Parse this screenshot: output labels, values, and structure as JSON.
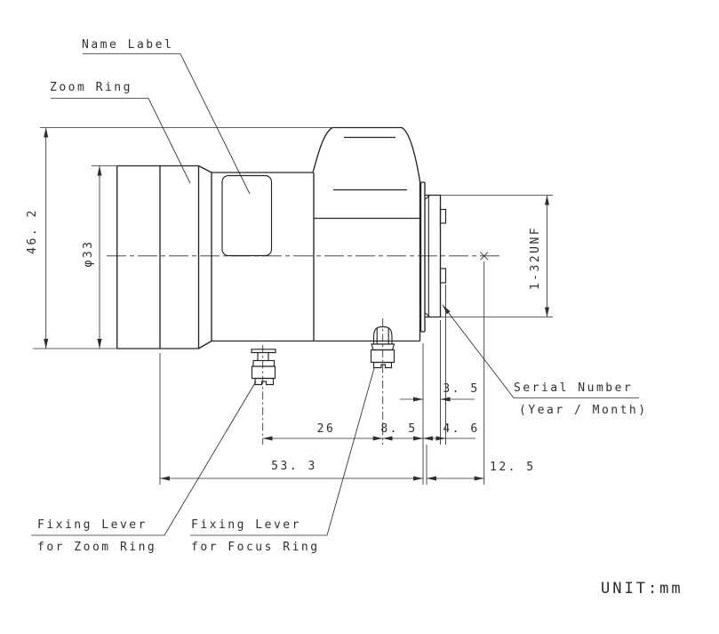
{
  "drawing": {
    "title_labels": {
      "name_label": "Name Label",
      "zoom_ring": "Zoom Ring",
      "serial_line1": "Serial Number",
      "serial_line2": "(Year / Month)",
      "lever_zoom_line1": "Fixing Lever",
      "lever_zoom_line2": "for Zoom Ring",
      "lever_focus_line1": "Fixing Lever",
      "lever_focus_line2": "for Focus Ring"
    },
    "dims": {
      "overall_height": "46. 2",
      "barrel_diameter": "φ33",
      "mount_thread": "1-32UNF",
      "lever_spacing": "26",
      "lever_to_flange": "8. 5",
      "thread_length": "3. 5",
      "tab_depth": "4. 6",
      "body_length": "53. 3",
      "flange_back": "12. 5"
    },
    "unit_note": "UNIT:mm",
    "line_color": "#242424"
  }
}
